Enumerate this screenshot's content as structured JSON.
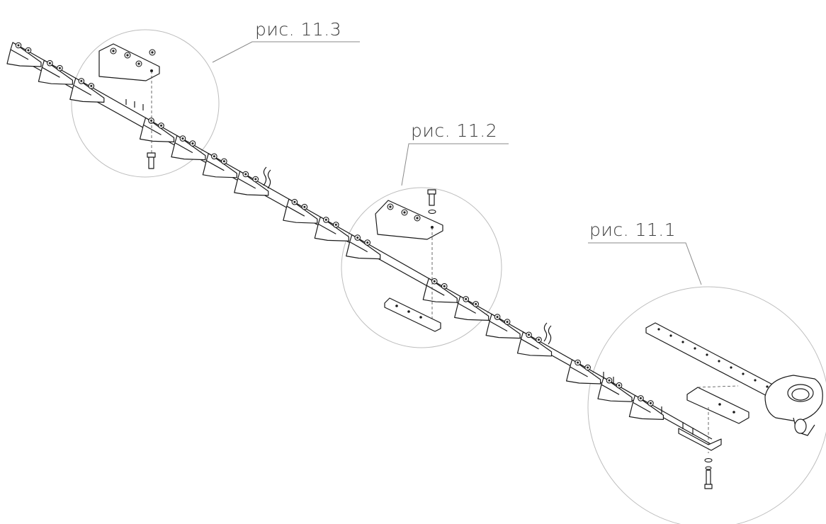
{
  "callouts": [
    {
      "id": "11.3",
      "label": "рис. 11.3"
    },
    {
      "id": "11.2",
      "label": "рис. 11.2"
    },
    {
      "id": "11.1",
      "label": "рис. 11.1"
    }
  ],
  "colors": {
    "background": "#ffffff",
    "line": "#1a1a1a",
    "detail_circle": "#bdbdbd",
    "label_text": "#3a3a3a"
  }
}
